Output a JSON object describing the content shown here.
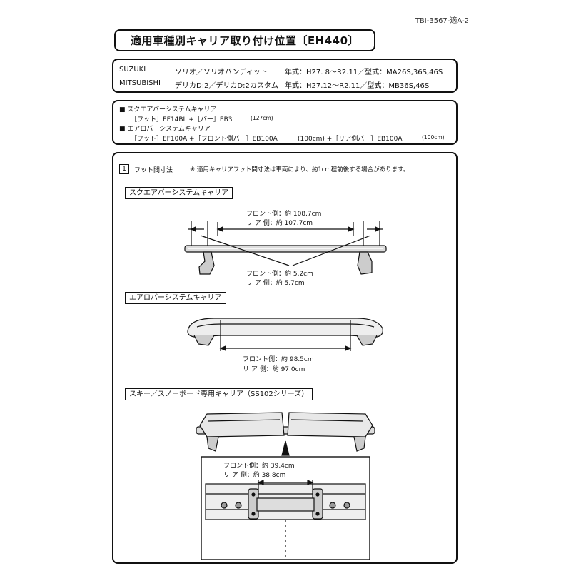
{
  "doc_id": "TBI-3567-適A-2",
  "title": "適用車種別キャリア取り付け位置〔EH440〕",
  "vehicles": [
    {
      "maker": "SUZUKI",
      "model": "ソリオ／ソリオバンディット",
      "year_label": "年式：H27. 8〜R2.11／型式：MA26S,36S,46S"
    },
    {
      "maker": "MITSUBISHI",
      "model": "デリカD:2／デリカD:2カスタム",
      "year_label": "年式：H27.12〜R2.11／型式：MB36S,46S"
    }
  ],
  "carriers": {
    "square_heading": "■ スクエアバーシステムキャリア",
    "square_parts_a": "［フット］EF14BL +［バー］EB3",
    "square_parts_b": "(127cm)",
    "aero_heading": "■ エアロバーシステムキャリア",
    "aero_parts_a": "［フット］EF100A +［フロント側バー］EB100A",
    "aero_parts_b": "(100cm) +［リア側バー］EB100A",
    "aero_parts_c": "(100cm)"
  },
  "section": {
    "number": "1",
    "title": "フット間寸法",
    "note": "※ 適用キャリアフット間寸法は車両により、約1cm程前後する場合があります。"
  },
  "square": {
    "label": "スクエアバーシステムキャリア",
    "front_span": "フロント側：約 108.7cm",
    "rear_span": "リ ア 側：約 107.7cm",
    "front_offset": "フロント側：約 5.2cm",
    "rear_offset": "リ ア 側：約 5.7cm"
  },
  "aero": {
    "label": "エアロバーシステムキャリア",
    "front_span": "フロント側：約 98.5cm",
    "rear_span": "リ ア 側：約 97.0cm"
  },
  "ski": {
    "label": "スキー／スノーボード専用キャリア（SS102シリーズ）",
    "front_span": "フロント側：約 39.4cm",
    "rear_span": "リ ア 側：約 38.8cm"
  }
}
